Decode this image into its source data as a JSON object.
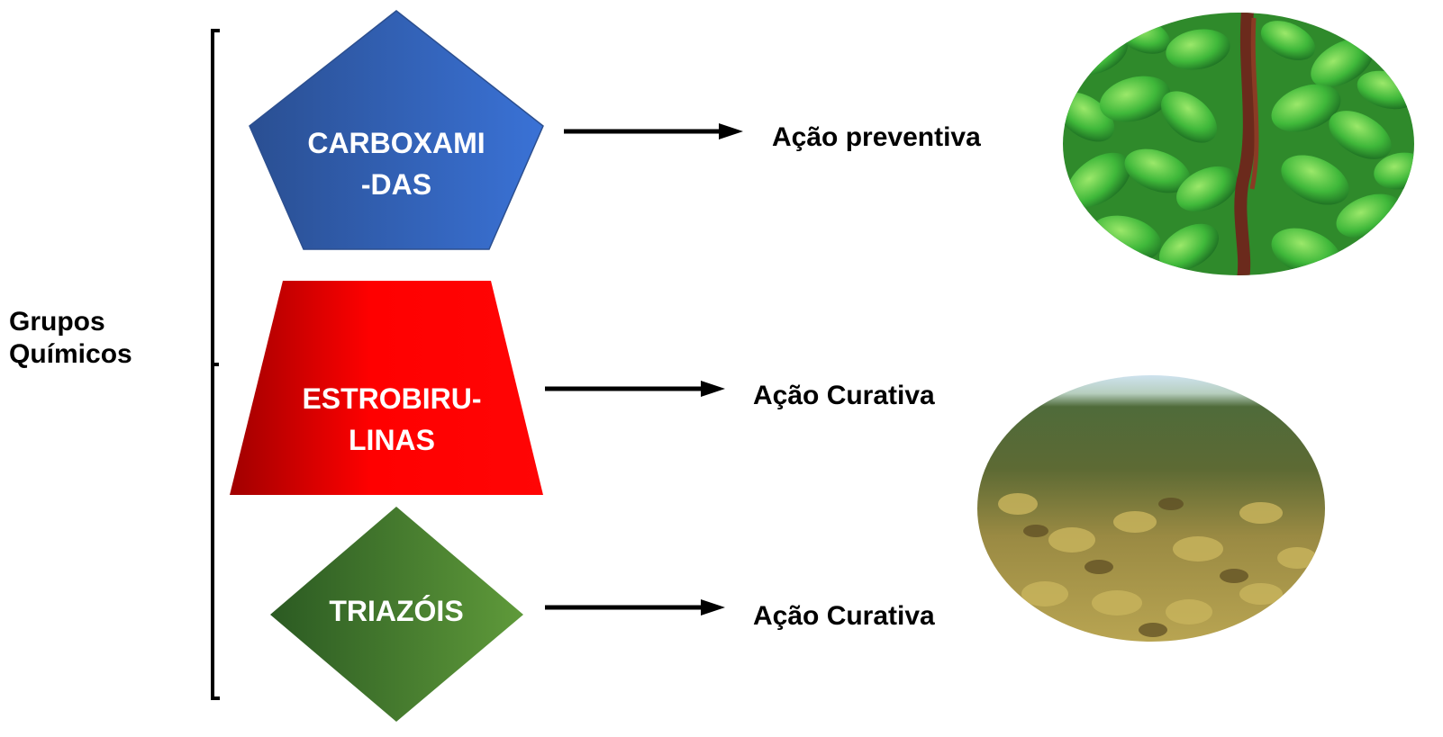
{
  "group_label": [
    "Grupos",
    "Químicos"
  ],
  "groups": [
    {
      "name_line1": "CARBOXAMI",
      "name_line2": "-DAS",
      "action": "Ação preventiva",
      "color": "#2f5fb0"
    },
    {
      "name_line1": "ESTROBIRU-",
      "name_line2": "LINAS",
      "action": "Ação Curativa",
      "color": "#e00000"
    },
    {
      "name_line1": "TRIAZÓIS",
      "action": "Ação Curativa",
      "color": "#3f6b2a"
    }
  ],
  "photos": [
    {
      "subject": "healthy green soybean crop rows"
    },
    {
      "subject": "yellowing diseased soybean field"
    }
  ]
}
